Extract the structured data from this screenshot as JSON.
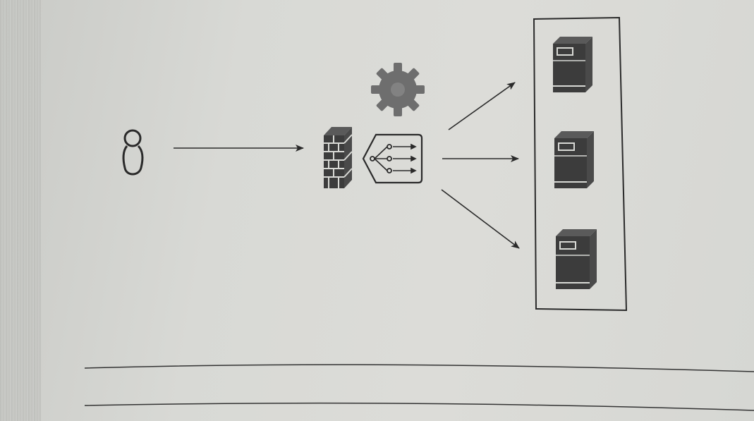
{
  "diagram": {
    "nodes": [
      {
        "id": "user",
        "icon": "user-icon"
      },
      {
        "id": "firewall",
        "icon": "firewall-icon"
      },
      {
        "id": "load_balancer",
        "icon": "load-balancer-icon"
      },
      {
        "id": "settings",
        "icon": "gear-icon"
      },
      {
        "id": "server_1",
        "icon": "server-icon"
      },
      {
        "id": "server_2",
        "icon": "server-icon"
      },
      {
        "id": "server_3",
        "icon": "server-icon"
      }
    ],
    "edges": [
      {
        "from": "user",
        "to": "firewall"
      },
      {
        "from": "load_balancer",
        "to": "server_1"
      },
      {
        "from": "load_balancer",
        "to": "server_2"
      },
      {
        "from": "load_balancer",
        "to": "server_3"
      }
    ],
    "groups": [
      {
        "id": "server-pool",
        "members": [
          "server_1",
          "server_2",
          "server_3"
        ]
      }
    ]
  },
  "colors": {
    "ink": "#2a2a2a",
    "icon_fill": "#3c3c3c",
    "gear": "#6e6e6e",
    "paper": "#d8d9d5"
  }
}
